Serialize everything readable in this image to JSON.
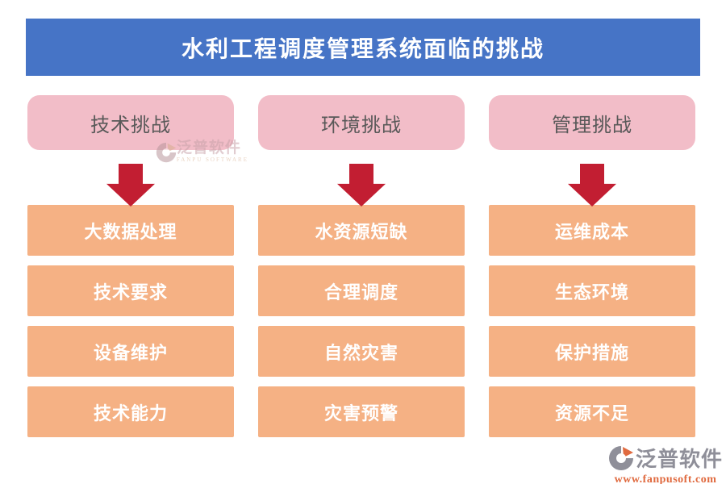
{
  "banner": {
    "title": "水利工程调度管理系统面临的挑战"
  },
  "columns": [
    {
      "header": "技术挑战",
      "items": [
        "大数据处理",
        "技术要求",
        "设备维护",
        "技术能力"
      ]
    },
    {
      "header": "环境挑战",
      "items": [
        "水资源短缺",
        "合理调度",
        "自然灾害",
        "灾害预警"
      ]
    },
    {
      "header": "管理挑战",
      "items": [
        "运维成本",
        "生态环境",
        "保护措施",
        "资源不足"
      ]
    }
  ],
  "colors": {
    "banner_bg": "#4674C6",
    "banner_text": "#FFFFFF",
    "header_bg": "#F2BDC8",
    "header_text": "#595959",
    "arrow": "#C21E32",
    "item_bg": "#F5B184",
    "item_text": "#FFFFFF",
    "wm_gray": "#8F8F99",
    "wm_orange": "#E06A3F"
  },
  "watermark_inline": {
    "brand": "泛普软件",
    "subtext": "FANPU SOFTWARE"
  },
  "watermark_footer": {
    "brand": "泛普软件",
    "url": "www.fanpusoft.com"
  }
}
